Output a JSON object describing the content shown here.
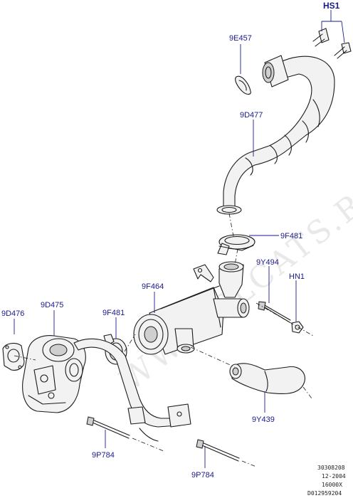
{
  "watermark": "WWW.ELCATS.RU",
  "parts": {
    "hs1": "HS1",
    "p9e457": "9E457",
    "p9d477": "9D477",
    "p9f481_top": "9F481",
    "p9y494": "9Y494",
    "phn1": "HN1",
    "p9f464": "9F464",
    "p9f481_mid": "9F481",
    "p9d476": "9D476",
    "p9d475": "9D475",
    "p9y439": "9Y439",
    "p9p784_left": "9P784",
    "p9p784_right": "9P784"
  },
  "reference": {
    "line1": "30308208",
    "line2": "12-2004",
    "line3": "16000X",
    "line4": "D012959204"
  }
}
